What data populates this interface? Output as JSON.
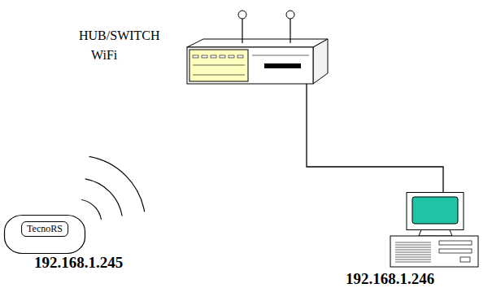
{
  "diagram": {
    "nodes": [
      {
        "text": [
          "HUB/SWITCH WiFi"
        ]
      },
      {
        "text": [
          "TecnoRS",
          "192.168.1.245"
        ]
      },
      {
        "text": [
          "192.168.1.246"
        ]
      }
    ],
    "edges": [
      {
        "from": 0,
        "to": 2,
        "arrow": "none"
      }
    ]
  }
}
